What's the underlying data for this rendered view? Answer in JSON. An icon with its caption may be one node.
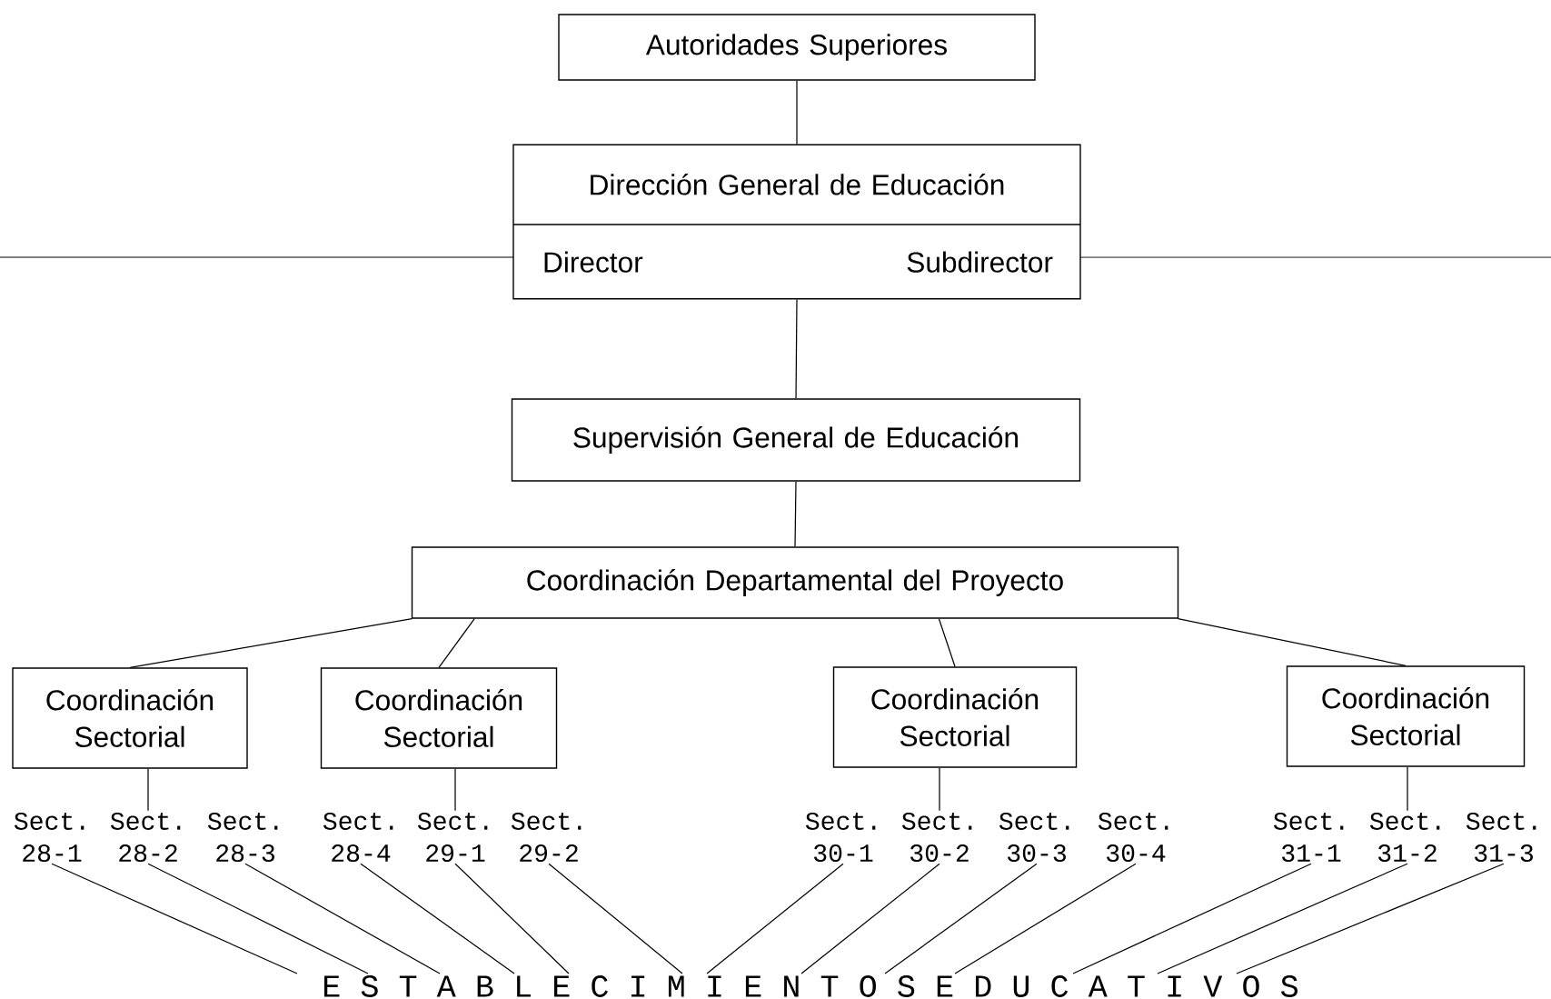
{
  "diagram": {
    "nodes": [
      {
        "text": [
          "Autoridades Superiores"
        ]
      },
      {
        "text": [
          "Dirección General de Educación",
          "Director",
          "Subdirector"
        ]
      },
      {
        "text": [
          "Supervisión General de Educación"
        ]
      },
      {
        "text": [
          "Coordinación Departamental del Proyecto"
        ]
      },
      {
        "text": [
          "Coordinación Sectorial"
        ]
      },
      {
        "text": [
          "Coordinación Sectorial"
        ]
      },
      {
        "text": [
          "Coordinación Sectorial"
        ]
      },
      {
        "text": [
          "Coordinación Sectorial"
        ]
      },
      {
        "text": [
          "Sect. 28-1"
        ]
      },
      {
        "text": [
          "Sect. 28-2"
        ]
      },
      {
        "text": [
          "Sect. 28-3"
        ]
      },
      {
        "text": [
          "Sect. 28-4"
        ]
      },
      {
        "text": [
          "Sect. 29-1"
        ]
      },
      {
        "text": [
          "Sect. 29-2"
        ]
      },
      {
        "text": [
          "Sect. 30-1"
        ]
      },
      {
        "text": [
          "Sect. 30-2"
        ]
      },
      {
        "text": [
          "Sect. 30-3"
        ]
      },
      {
        "text": [
          "Sect. 30-4"
        ]
      },
      {
        "text": [
          "Sect. 31-1"
        ]
      },
      {
        "text": [
          "Sect. 31-2"
        ]
      },
      {
        "text": [
          "Sect. 31-3"
        ]
      },
      {
        "text": [
          "E S T A B L E C I M I E N T O S E D U C A T I V O S"
        ]
      }
    ],
    "edges": [
      {
        "from": 0,
        "to": 1,
        "arrow": "none"
      },
      {
        "from": 1,
        "to": 2,
        "arrow": "none"
      },
      {
        "from": 2,
        "to": 3,
        "arrow": "none"
      },
      {
        "from": 3,
        "to": 4,
        "arrow": "none"
      },
      {
        "from": 3,
        "to": 5,
        "arrow": "none"
      },
      {
        "from": 3,
        "to": 6,
        "arrow": "none"
      },
      {
        "from": 3,
        "to": 7,
        "arrow": "none"
      },
      {
        "from": 4,
        "to": 9,
        "arrow": "none"
      },
      {
        "from": 5,
        "to": 12,
        "arrow": "none"
      },
      {
        "from": 6,
        "to": 15,
        "arrow": "none"
      },
      {
        "from": 7,
        "to": 19,
        "arrow": "none"
      },
      {
        "from": 8,
        "to": 21,
        "arrow": "none"
      },
      {
        "from": 9,
        "to": 21,
        "arrow": "none"
      },
      {
        "from": 10,
        "to": 21,
        "arrow": "none"
      },
      {
        "from": 11,
        "to": 21,
        "arrow": "none"
      },
      {
        "from": 12,
        "to": 21,
        "arrow": "none"
      },
      {
        "from": 13,
        "to": 21,
        "arrow": "none"
      },
      {
        "from": 14,
        "to": 21,
        "arrow": "none"
      },
      {
        "from": 15,
        "to": 21,
        "arrow": "none"
      },
      {
        "from": 16,
        "to": 21,
        "arrow": "none"
      },
      {
        "from": 17,
        "to": 21,
        "arrow": "none"
      },
      {
        "from": 18,
        "to": 21,
        "arrow": "none"
      },
      {
        "from": 19,
        "to": 21,
        "arrow": "none"
      },
      {
        "from": 20,
        "to": 21,
        "arrow": "none"
      }
    ]
  }
}
